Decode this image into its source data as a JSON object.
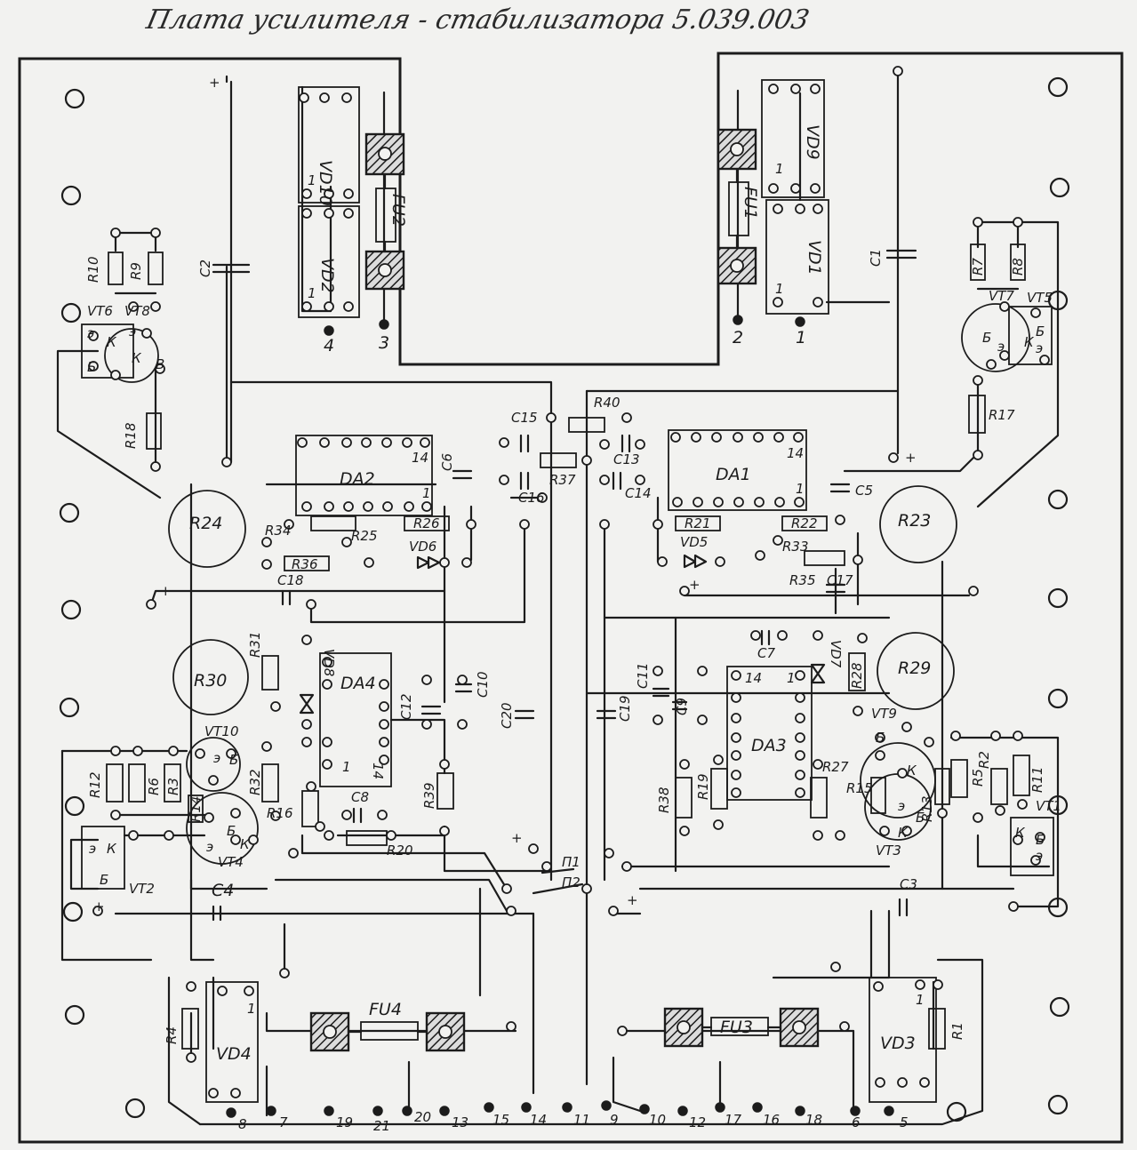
{
  "title": "Плата усилителя - стабилизатора 5.039.003",
  "components": {
    "diodes": [
      "VD10",
      "VD2",
      "VD9",
      "VD1",
      "VD6",
      "VD5",
      "VD7",
      "VD8",
      "VD4",
      "VD3"
    ],
    "fuses": [
      "FU2",
      "FU1",
      "FU4",
      "FU3"
    ],
    "chips": [
      "DA2",
      "DA1",
      "DA4",
      "DA3"
    ],
    "transistors": [
      "VT6",
      "VT8",
      "VT7",
      "VT5",
      "VT10",
      "VT4",
      "VT2",
      "VT9",
      "VT3",
      "VT1"
    ],
    "trimmers": [
      "R24",
      "R23",
      "R30",
      "R29"
    ],
    "resistors": [
      "R10",
      "R9",
      "R18",
      "R7",
      "R8",
      "R17",
      "R40",
      "R37",
      "R21",
      "R22",
      "R33",
      "R35",
      "R26",
      "R25",
      "R34",
      "R36",
      "R31",
      "R12",
      "R6",
      "R3",
      "R14",
      "R32",
      "R16",
      "R39",
      "R20",
      "R4",
      "R28",
      "R38",
      "R19",
      "R27",
      "R15",
      "R13",
      "R5",
      "R2",
      "R11",
      "R1"
    ],
    "capacitors": [
      "C2",
      "C1",
      "C15",
      "C16",
      "C13",
      "C14",
      "C6",
      "C5",
      "C18",
      "C17",
      "C10",
      "C12",
      "C20",
      "C19",
      "C11",
      "C9",
      "C7",
      "C8",
      "C4",
      "C3"
    ]
  },
  "pin_labels": {
    "one": "1",
    "fourteen": "14",
    "plus": "+"
  },
  "transistor_pins": {
    "e": "э",
    "b": "Б",
    "k": "К",
    "b2": "Б",
    "b3": "В"
  },
  "jumpers": [
    "П1",
    "П2"
  ],
  "contacts": [
    "4",
    "3",
    "2",
    "1",
    "8",
    "7",
    "19",
    "21",
    "20",
    "13",
    "15",
    "14",
    "11",
    "9",
    "10",
    "12",
    "17",
    "16",
    "18",
    "6",
    "5"
  ]
}
